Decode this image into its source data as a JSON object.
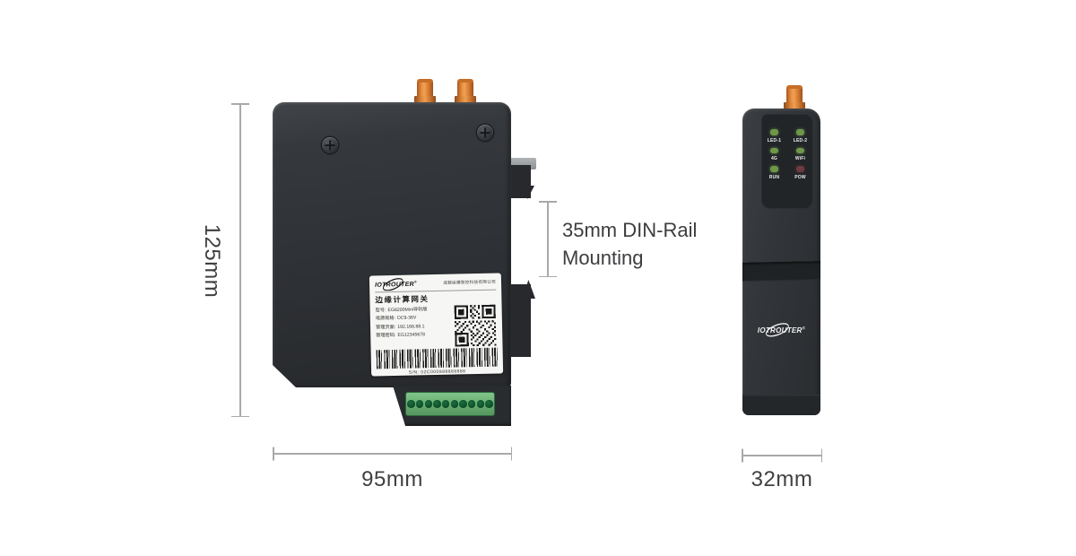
{
  "annotations": {
    "height": "125mm",
    "width": "95mm",
    "side_width": "32mm",
    "din_line1": "35mm DIN-Rail",
    "din_line2": "Mounting"
  },
  "device_label": {
    "brand": "IOTROUTER",
    "reg_mark": "®",
    "company": "成都纵横智控科技有限公司",
    "product_name": "边缘计算网关",
    "specs": [
      {
        "name": "型号:",
        "value": "EG8200Mini导轨版"
      },
      {
        "name": "电源规格:",
        "value": "DC9-36V"
      },
      {
        "name": "管理页面:",
        "value": "192.168.88.1"
      },
      {
        "name": "管理密码:",
        "value": "EG12345678"
      }
    ],
    "serial": "S/N: 02C000888888888"
  },
  "side_panel": {
    "brand": "IOTROUTER",
    "reg_mark": "®",
    "leds": [
      {
        "label": "LED-1",
        "color": "#6e9749"
      },
      {
        "label": "LED-2",
        "color": "#6e9749"
      },
      {
        "label": "4G",
        "color": "#6e9749"
      },
      {
        "label": "WiFi",
        "color": "#6e9749"
      },
      {
        "label": "RUN",
        "color": "#6e9749"
      },
      {
        "label": "POW",
        "color": "#6e3a41"
      }
    ]
  },
  "colors": {
    "antenna_orange": "#e08a3c",
    "device_body": "#2e3135",
    "terminal_green": "#66ab6e",
    "dimension_line": "#a9a9a9",
    "dimension_text": "#3f4042",
    "led_green": "#6e9749",
    "led_red": "#6e3a41"
  }
}
